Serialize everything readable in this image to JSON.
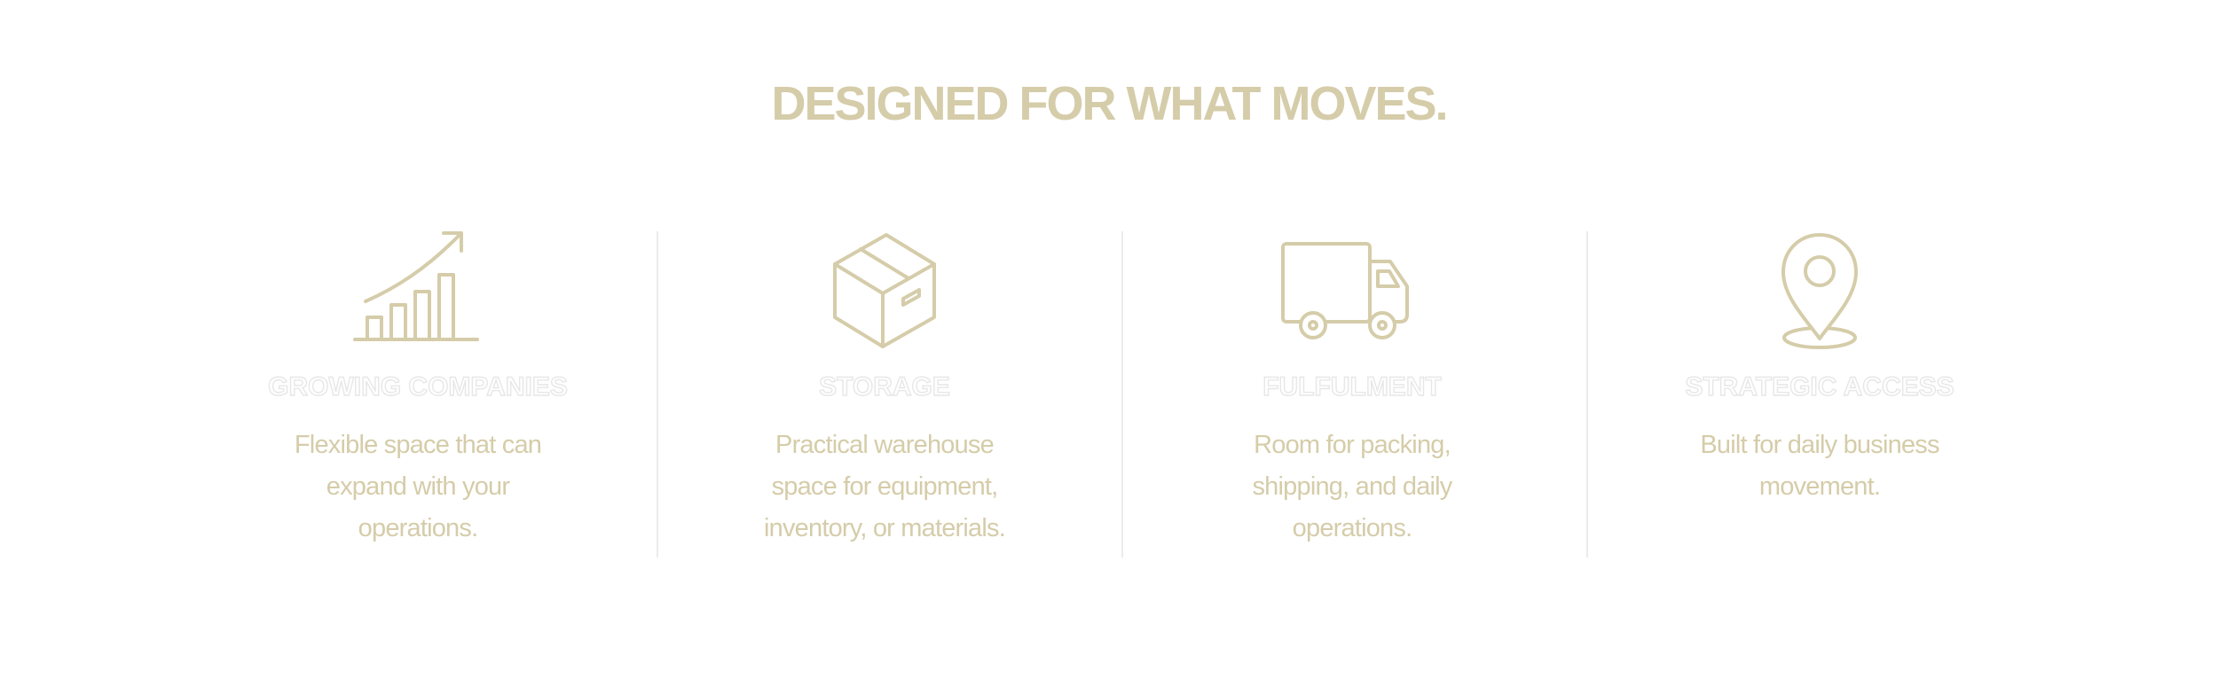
{
  "section": {
    "headline": "DESIGNED FOR WHAT MOVES.",
    "colors": {
      "accent": "#d5cca9",
      "title_outline": "#e7e7e7",
      "divider": "#ebebeb",
      "background": "#ffffff"
    },
    "features": [
      {
        "icon": "growth-chart-icon",
        "title": "GROWING COMPANIES",
        "description": "Flexible space that can expand with your operations."
      },
      {
        "icon": "box-icon",
        "title": "STORAGE",
        "description": "Practical warehouse space for equipment, inventory, or materials."
      },
      {
        "icon": "delivery-truck-icon",
        "title": "FULFULMENT",
        "description": "Room for packing, shipping, and daily operations."
      },
      {
        "icon": "location-pin-icon",
        "title": "STRATEGIC ACCESS",
        "description": "Built for daily business movement."
      }
    ]
  }
}
